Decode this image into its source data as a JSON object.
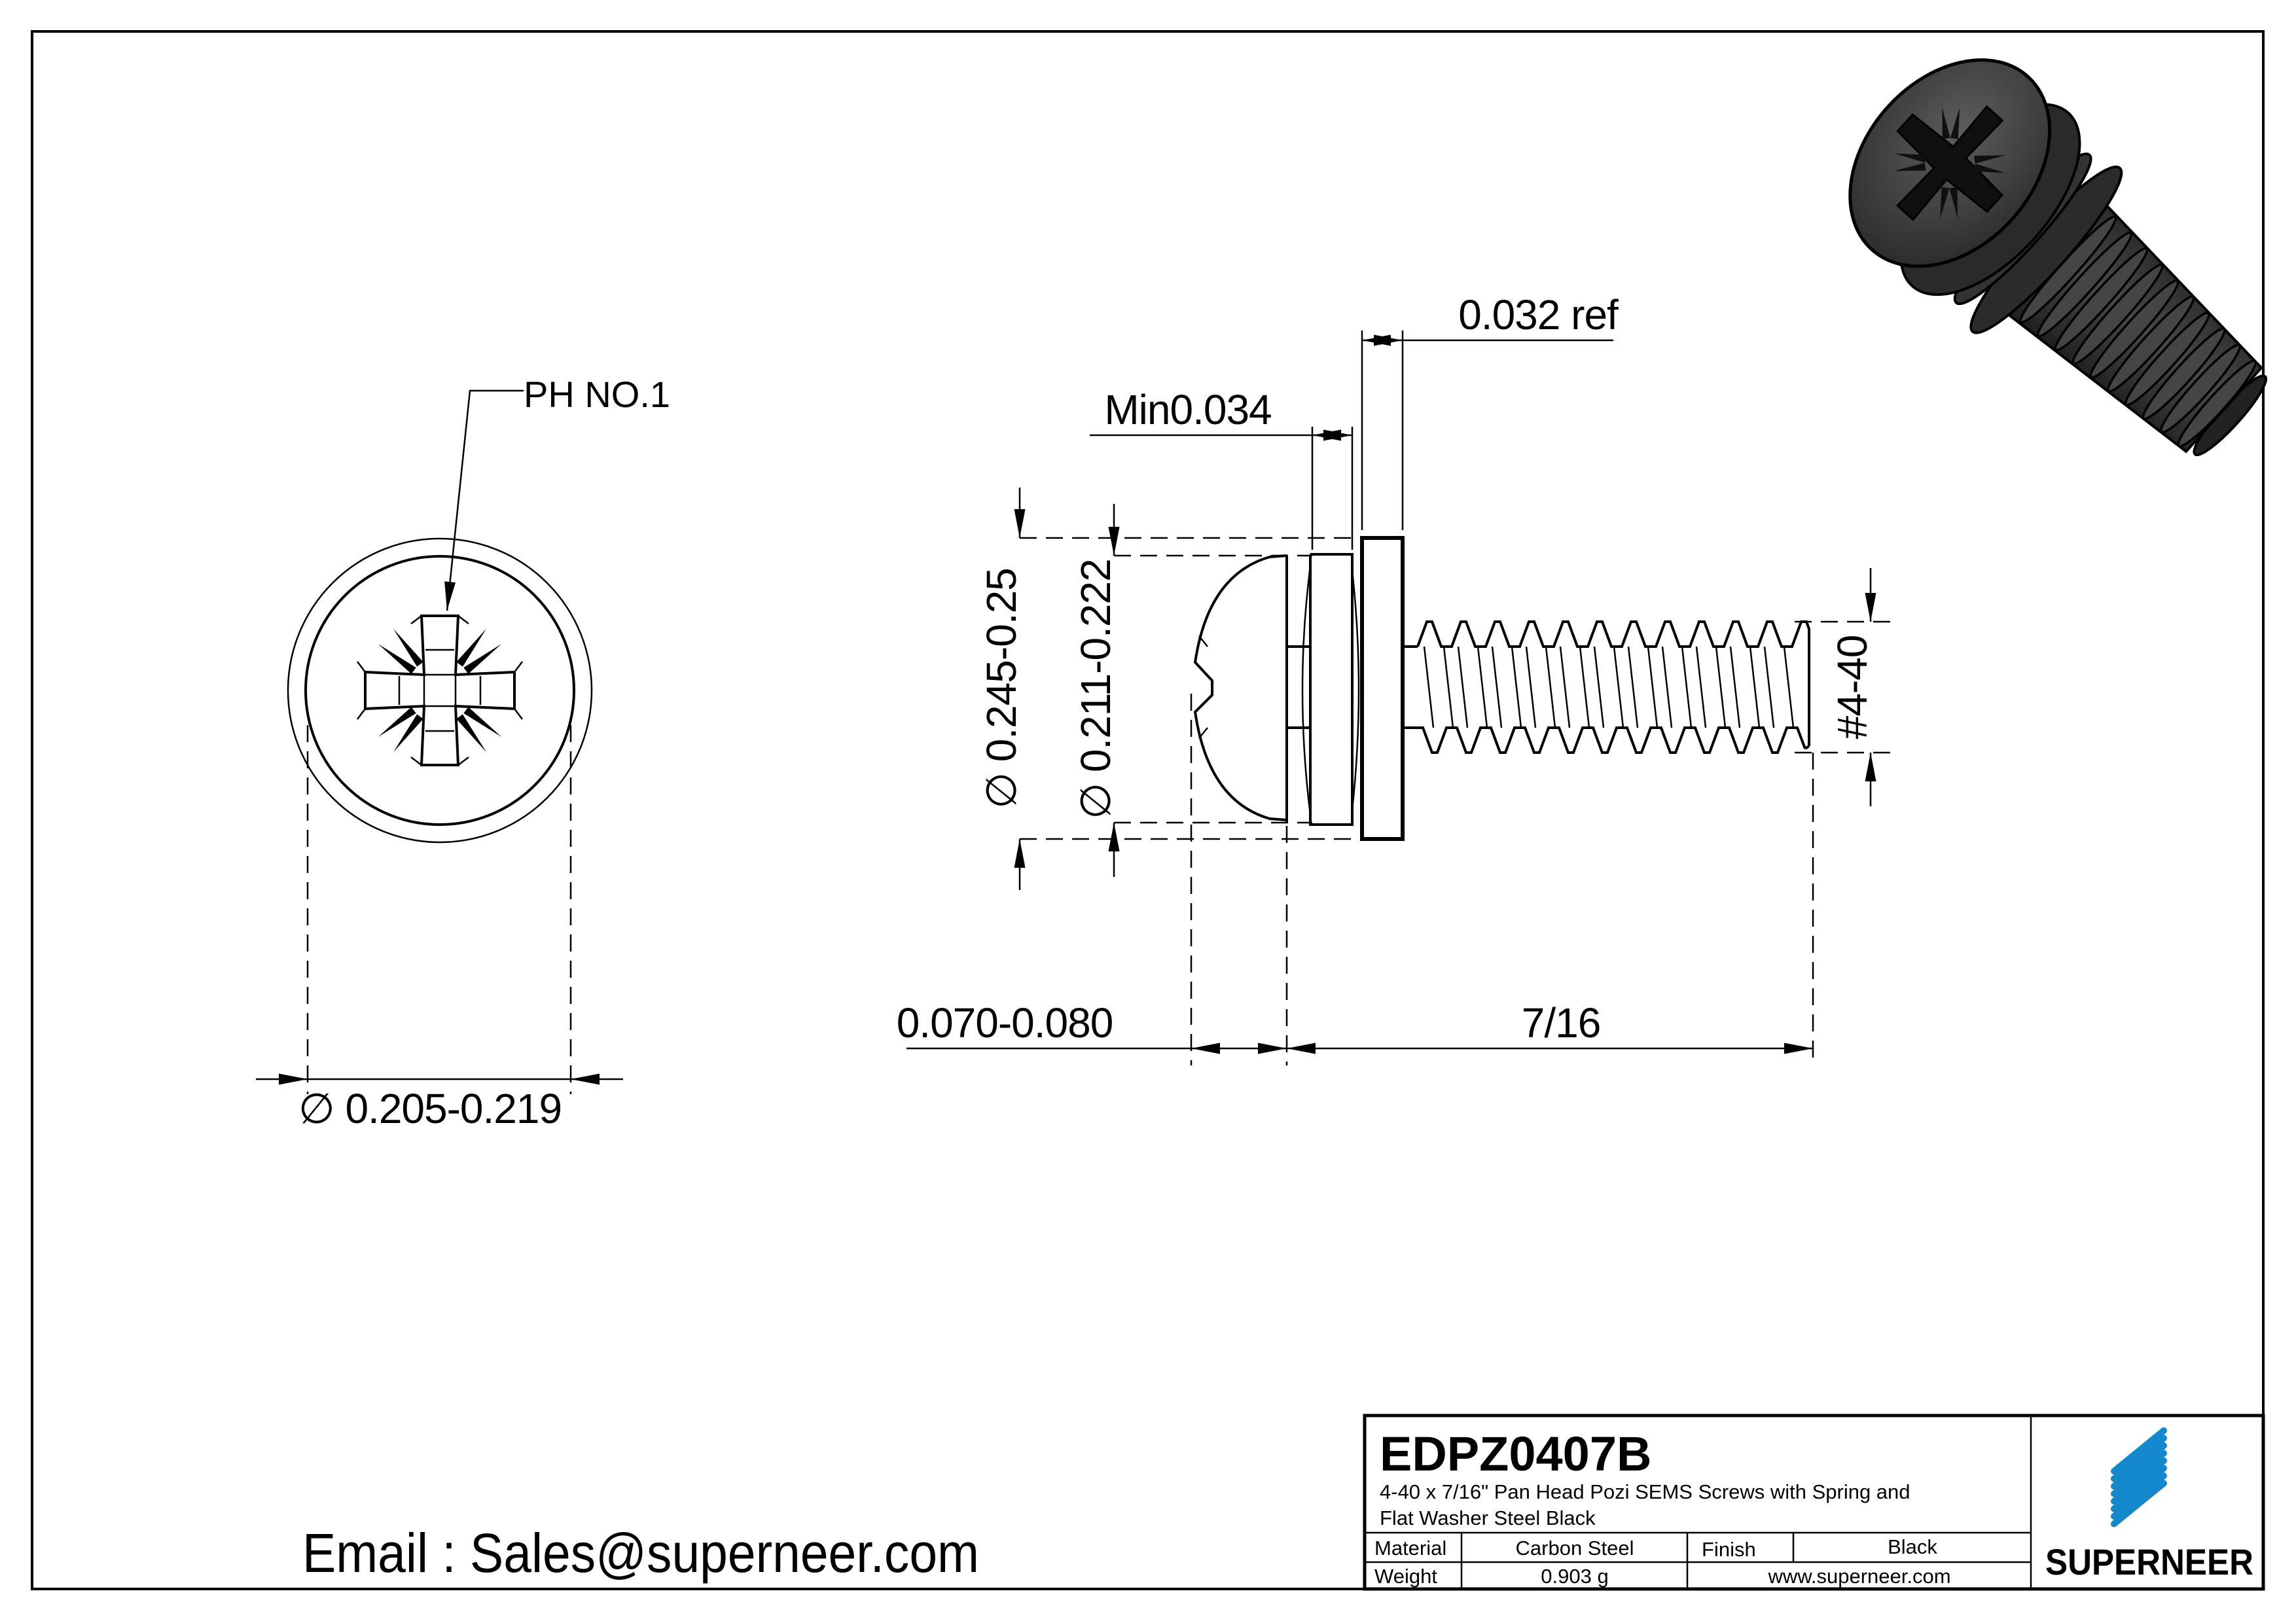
{
  "front_view": {
    "ph_label": "PH NO.1",
    "diameter": "∅ 0.205-0.219"
  },
  "side_view": {
    "washer_od": "∅ 0.245-0.25",
    "head_od": "∅ 0.211-0.222",
    "spring_min": "Min0.034",
    "flat_ref": "0.032 ref",
    "head_height": "0.070-0.080",
    "thread_length": "7/16",
    "thread_size": "#4-40"
  },
  "email": {
    "text": "Email : Sales@superneer.com"
  },
  "title_block": {
    "part_number": "EDPZ0407B",
    "description_line1": "4-40 x 7/16\" Pan Head Pozi SEMS Screws with Spring and",
    "description_line2": "Flat Washer Steel Black",
    "material_label": "Material",
    "material_value": "Carbon Steel",
    "finish_label": "Finish",
    "finish_value": "Black",
    "weight_label": "Weight",
    "weight_value": "0.903 g",
    "website": "www.superneer.com",
    "brand": "SUPERNEER",
    "brand_color": "#1488cc",
    "link_color": "#1a7cc8"
  }
}
